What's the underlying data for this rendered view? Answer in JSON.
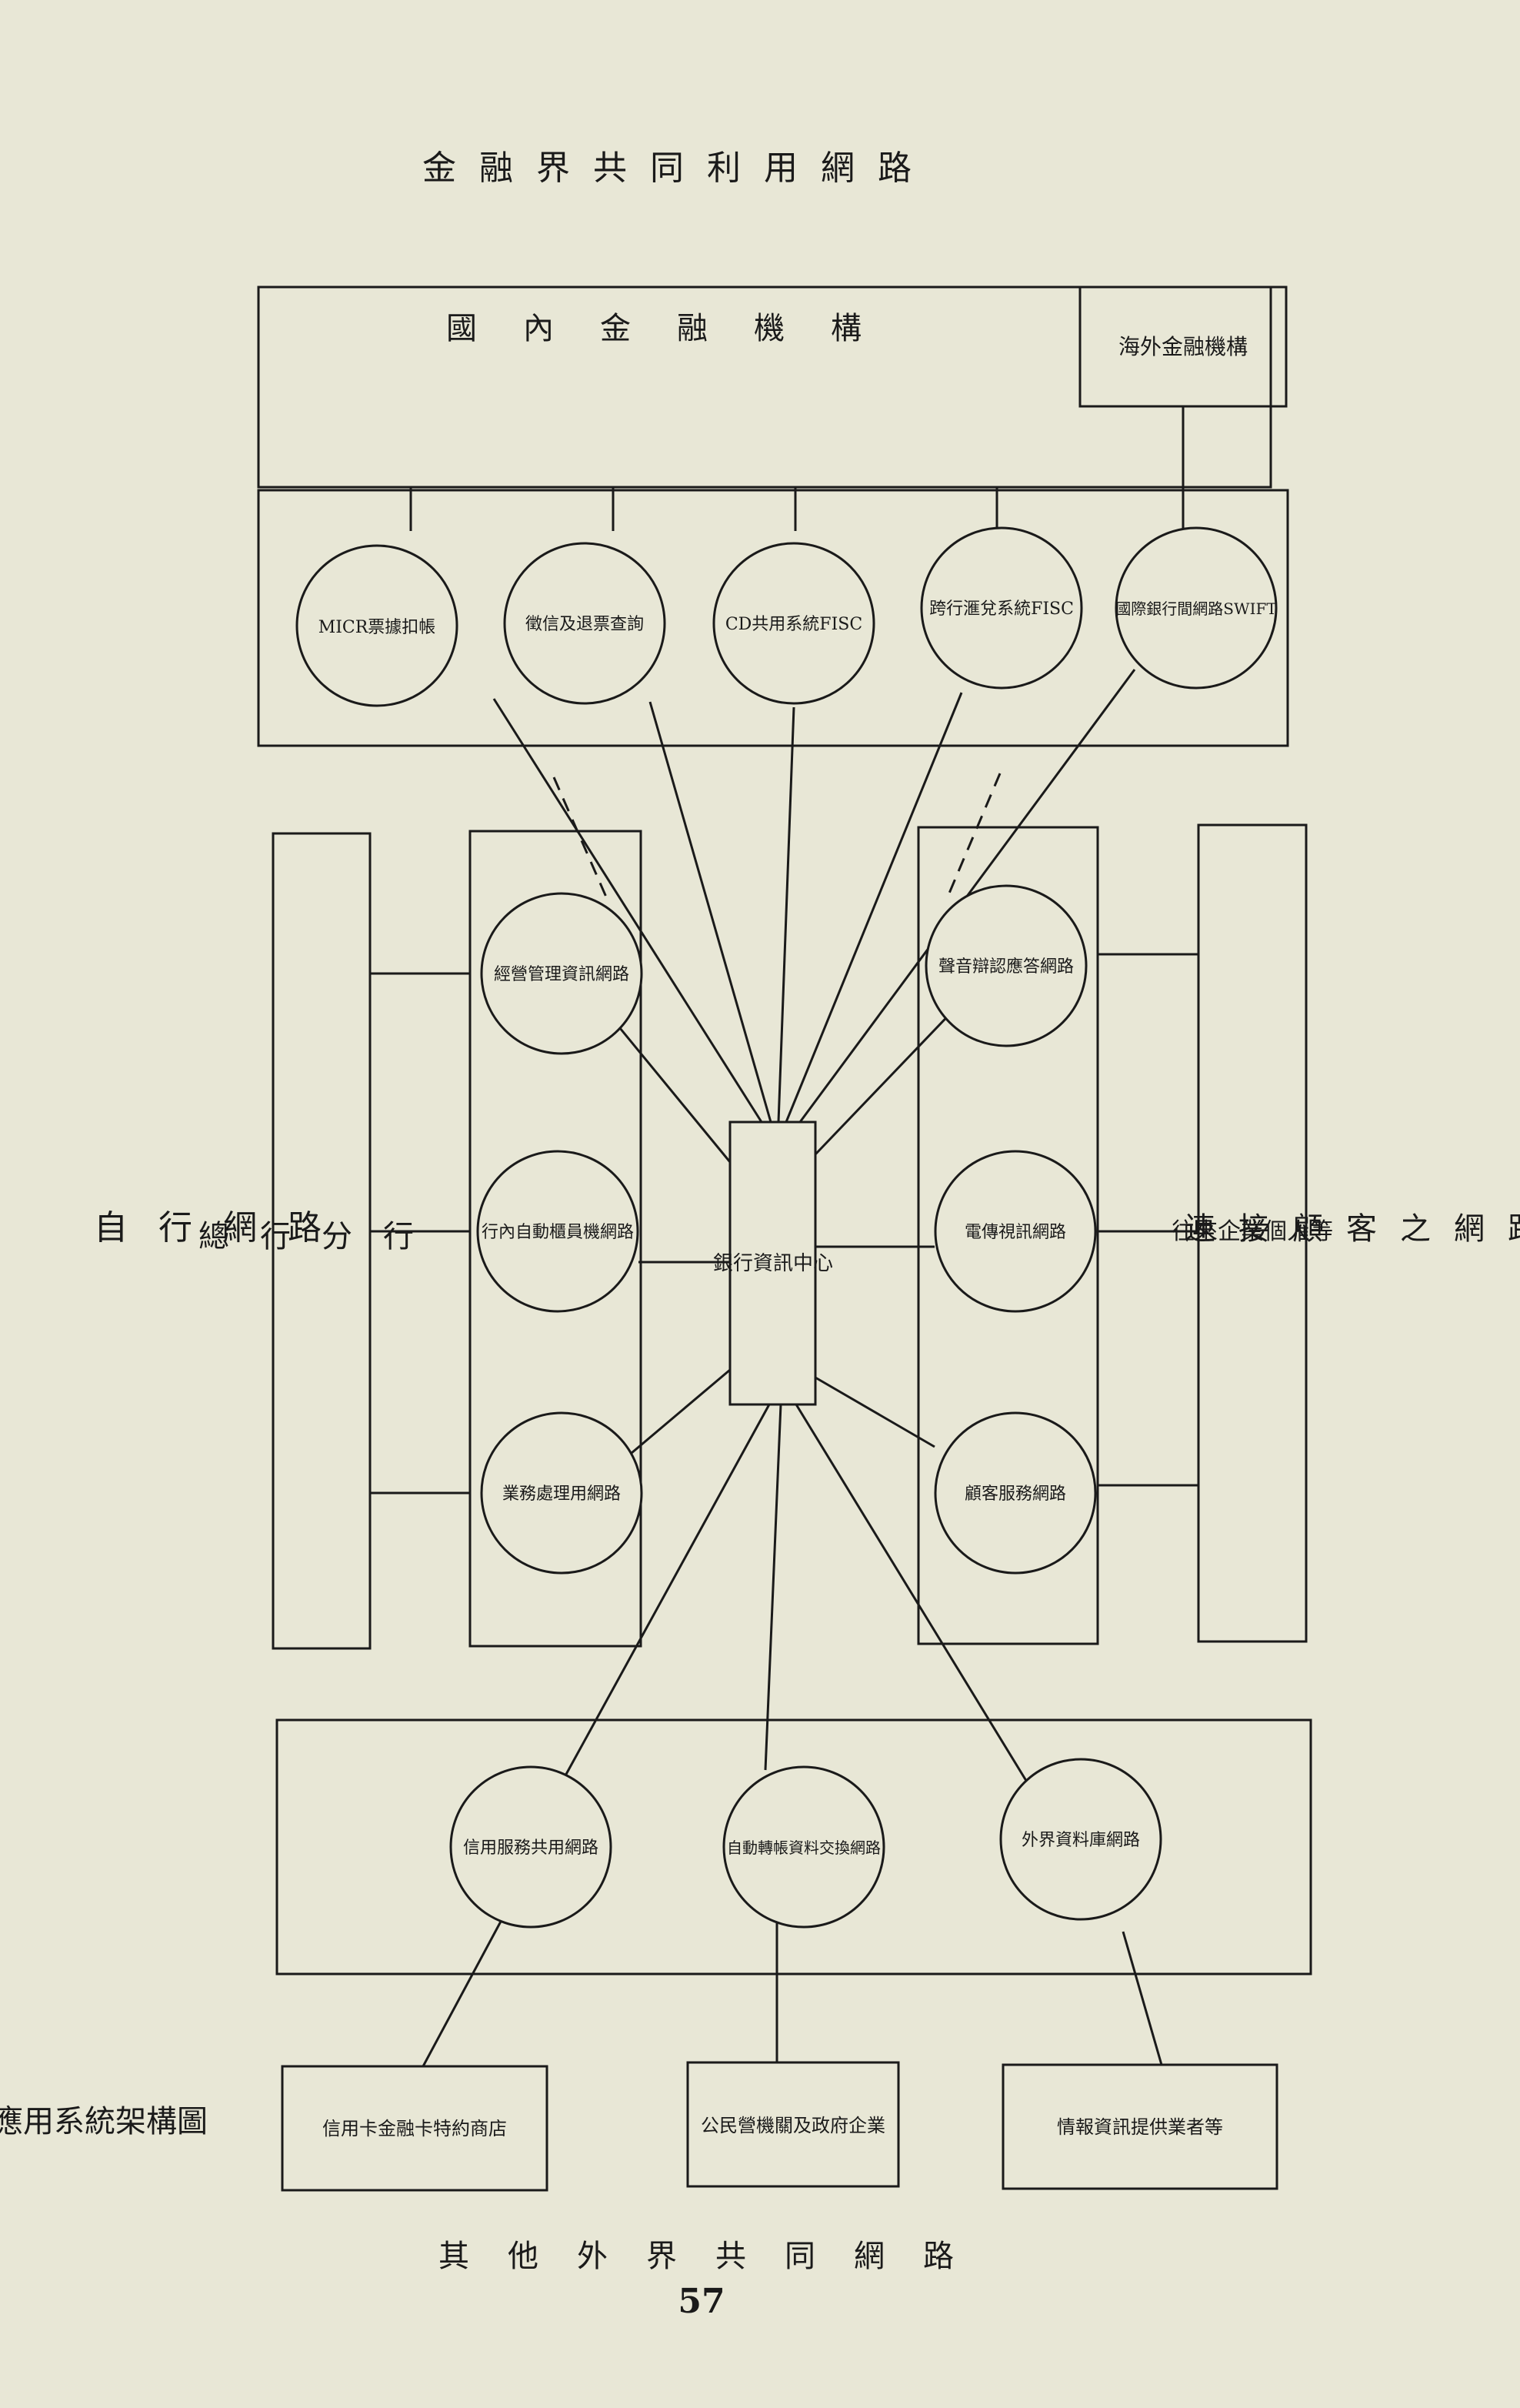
{
  "caption": "二應用系統架構圖",
  "page_number": "57",
  "sections": {
    "financial_shared": "金融界共同利用網路",
    "own_bank": "自行網路",
    "customer": "連接顧客之網路",
    "external": "其他外界共同網路"
  },
  "boxes": {
    "domestic_fin": "國內金融機構",
    "overseas_fin": "海外金融機構",
    "head_branch": "總行分行",
    "clients": "往來企業個人等"
  },
  "center": "銀行資訊中心",
  "nodes": {
    "micr": "MICR票據扣帳",
    "credit_query": "徵信及退票查詢",
    "cd_fisc": "CD共用系統FISC",
    "interbank_fisc": "跨行滙兌系統FISC",
    "swift": "國際銀行間網路SWIFT",
    "mgmt_info": "經營管理資訊網路",
    "teller": "行內自動櫃員機網路",
    "business_proc": "業務處理用網路",
    "voice_resp": "聲音辯認應答網路",
    "teletext": "電傳視訊網路",
    "customer_service": "顧客服務網路",
    "credit_card": "信用服務共用網路",
    "auto_transfer": "自動轉帳資料交換網路",
    "external_db": "外界資料庫網路"
  },
  "external_boxes": {
    "card_merchants": "信用卡金融卡特約商店",
    "public_gov": "公民營機關及政府企業",
    "info_providers": "情報資訊提供業者等"
  }
}
